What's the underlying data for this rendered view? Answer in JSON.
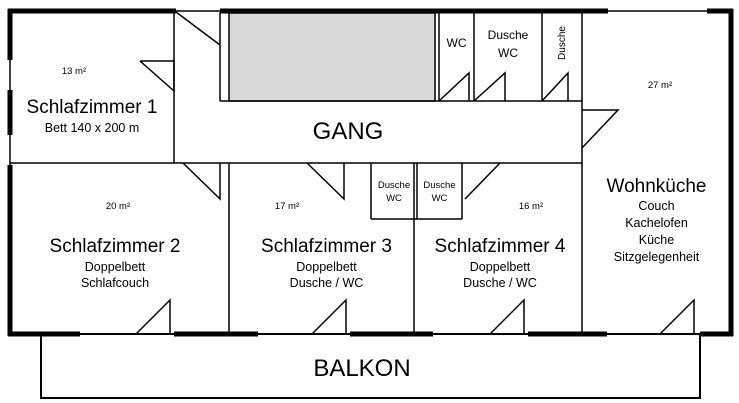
{
  "floorplan": {
    "corridor": "GANG",
    "balcony": "BALKON",
    "bathrooms": {
      "top_wc": "WC",
      "top_dusche_wc": [
        "Dusche",
        "WC"
      ],
      "top_dusche": "Dusche",
      "mid_left": [
        "Dusche",
        "WC"
      ],
      "mid_right": [
        "Dusche",
        "WC"
      ]
    },
    "rooms": [
      {
        "name": "Schlafzimmer 1",
        "area": "13 m²",
        "details": [
          "Bett 140 x 200 m"
        ]
      },
      {
        "name": "Schlafzimmer 2",
        "area": "20 m²",
        "details": [
          "Doppelbett",
          "Schlafcouch"
        ]
      },
      {
        "name": "Schlafzimmer 3",
        "area": "17 m²",
        "details": [
          "Doppelbett",
          "Dusche / WC"
        ]
      },
      {
        "name": "Schlafzimmer 4",
        "area": "16 m²",
        "details": [
          "Doppelbett",
          "Dusche / WC"
        ]
      },
      {
        "name": "Wohnküche",
        "area": "27 m²",
        "details": [
          "Couch",
          "Kachelofen",
          "Küche",
          "Sitzgelegenheit"
        ]
      }
    ],
    "colors": {
      "wall": "#000000",
      "stairwell": "#d9d9d9",
      "background": "#ffffff"
    }
  }
}
